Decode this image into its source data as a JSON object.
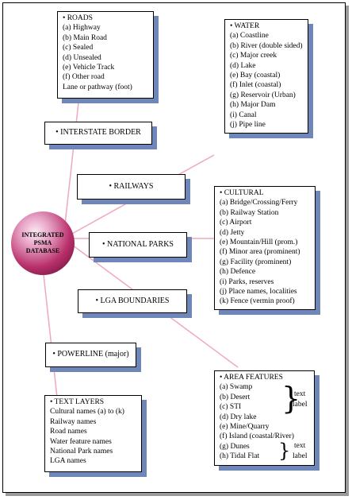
{
  "hub": {
    "line1": "INTEGRATED",
    "line2": "PSMA",
    "line3": "DATABASE"
  },
  "roads": {
    "title": "• ROADS",
    "items": [
      "(a) Highway",
      "(b) Main Road",
      "(c) Sealed",
      "(d) Unsealed",
      "(e) Vehicle Track",
      "(f) Other road",
      "Lane or pathway (foot)"
    ]
  },
  "interstate": {
    "label": "• INTERSTATE BORDER"
  },
  "water": {
    "title": "• WATER",
    "items": [
      "(a) Coastline",
      "(b) River (double sided)",
      "(c) Major creek",
      "(d) Lake",
      "(e) Bay (coastal)",
      "(f) Inlet (coastal)",
      "(g) Reservoir (Urban)",
      "(h) Major Dam",
      "(i) Canal",
      "(j) Pipe line"
    ]
  },
  "railways": {
    "label": "• RAILWAYS"
  },
  "cultural": {
    "title": "• CULTURAL",
    "items": [
      "(a) Bridge/Crossing/Ferry",
      "(b) Railway Station",
      "(c) Airport",
      "(d) Jetty",
      "(e) Mountain/Hill (prom.)",
      "(f) Minor area (prominent)",
      "(g) Facility (prominent)",
      "(h) Defence",
      "(i) Parks, reserves",
      "(j) Place names, localities",
      "(k) Fence (vermin proof)"
    ]
  },
  "national_parks": {
    "label": "• NATIONAL PARKS"
  },
  "lga": {
    "label": "• LGA BOUNDARIES"
  },
  "powerline": {
    "label": "• POWERLINE (major)"
  },
  "text_layers": {
    "title": "• TEXT LAYERS",
    "items": [
      "Cultural names (a) to (k)",
      "Railway names",
      "Road names",
      "Water feature names",
      "National Park names",
      "LGA names"
    ]
  },
  "area_features": {
    "title": "• AREA FEATURES",
    "items": [
      "(a) Swamp",
      "(b) Desert",
      "(c) STI",
      "(d) Dry lake",
      "(e) Mine/Quarry",
      "(f) Island (coastal/River)",
      "(g) Dunes",
      "(h) Tidal Flat"
    ],
    "label1_a": "text",
    "label1_b": "label",
    "label2_a": "text",
    "label2_b": "label"
  }
}
